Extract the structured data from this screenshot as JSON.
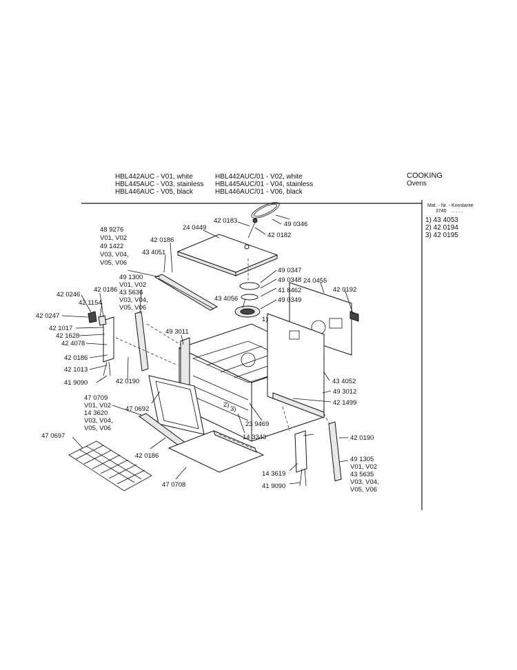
{
  "header": {
    "models_left": [
      "HBL442AUC - V01, white",
      "HBL445AUC - V03, stainless",
      "HBL446AUC - V05, black"
    ],
    "models_right": [
      "HBL442AUC/01 - V02, white",
      "HBL445AUC/01 - V04, stainless",
      "HBL446AUC/01 - V06, black"
    ],
    "category": "COOKING",
    "subcategory": "Ovens"
  },
  "side_panel": {
    "title": "Mat. - Nr. - Konstante",
    "code": "3740",
    "dots": ". . . . .",
    "items": [
      "1) 43 4053",
      "2) 42 0194",
      "3) 42 0195"
    ]
  },
  "callouts": {
    "c420183": "42 0183",
    "c490346": "49 0346",
    "c420182": "42 0182",
    "c489276": "48 9276",
    "cV01V02a": "V01, V02",
    "c491422": "49 1422",
    "cV03V04a": "V03, V04,",
    "cV05V06a": "V05, V06",
    "c240449": "24 0449",
    "c420186a": "42 0186",
    "c434051": "43 4051",
    "c490347": "49 0347",
    "c490348": "49 0348",
    "c418462": "41 8462",
    "c490349": "49 0349",
    "c240455": "24 0455",
    "c420192": "42 0192",
    "c491300": "49 1300",
    "cV01V02b": "V01, V02",
    "c435636": "43 5636",
    "cV03V04b": "V03, V04,",
    "cV05V06b": "V05, V06",
    "c434056": "43 4056",
    "c420246": "42 0246",
    "c420186b": "42 0186",
    "c421154": "42 1154",
    "c420247": "42 0247",
    "c421017": "42 1017",
    "c421628": "42 1628",
    "c424078": "42 4078",
    "c420186c": "42 0186",
    "c421013": "42 1013",
    "c419090a": "41 9090",
    "c420190a": "42 0190",
    "c493011": "49 3011",
    "c434052": "43 4052",
    "c493012": "49 3012",
    "c421499": "42 1499",
    "c470709": "47 0709",
    "cV01V02c": "V01, V02",
    "c143620": "14 3620",
    "cV03V04c": "V03, V04,",
    "cV05V06c": "V05, V06",
    "c470692": "47 0692",
    "c470697": "47 0697",
    "c239469": "23 9469",
    "c143343": "14 3343",
    "c420186d": "42 0186",
    "c470708": "47 0708",
    "c420190b": "42 0190",
    "c491305": "49 1305",
    "cV01V02d": "V01, V02",
    "c435635": "43 5635",
    "cV03V04d": "V03, V04,",
    "cV05V06d": "V05, V06",
    "c143619": "14 3619",
    "c419090b": "41 9090",
    "m1": "1)",
    "m2": "2)",
    "m3": "3)"
  }
}
